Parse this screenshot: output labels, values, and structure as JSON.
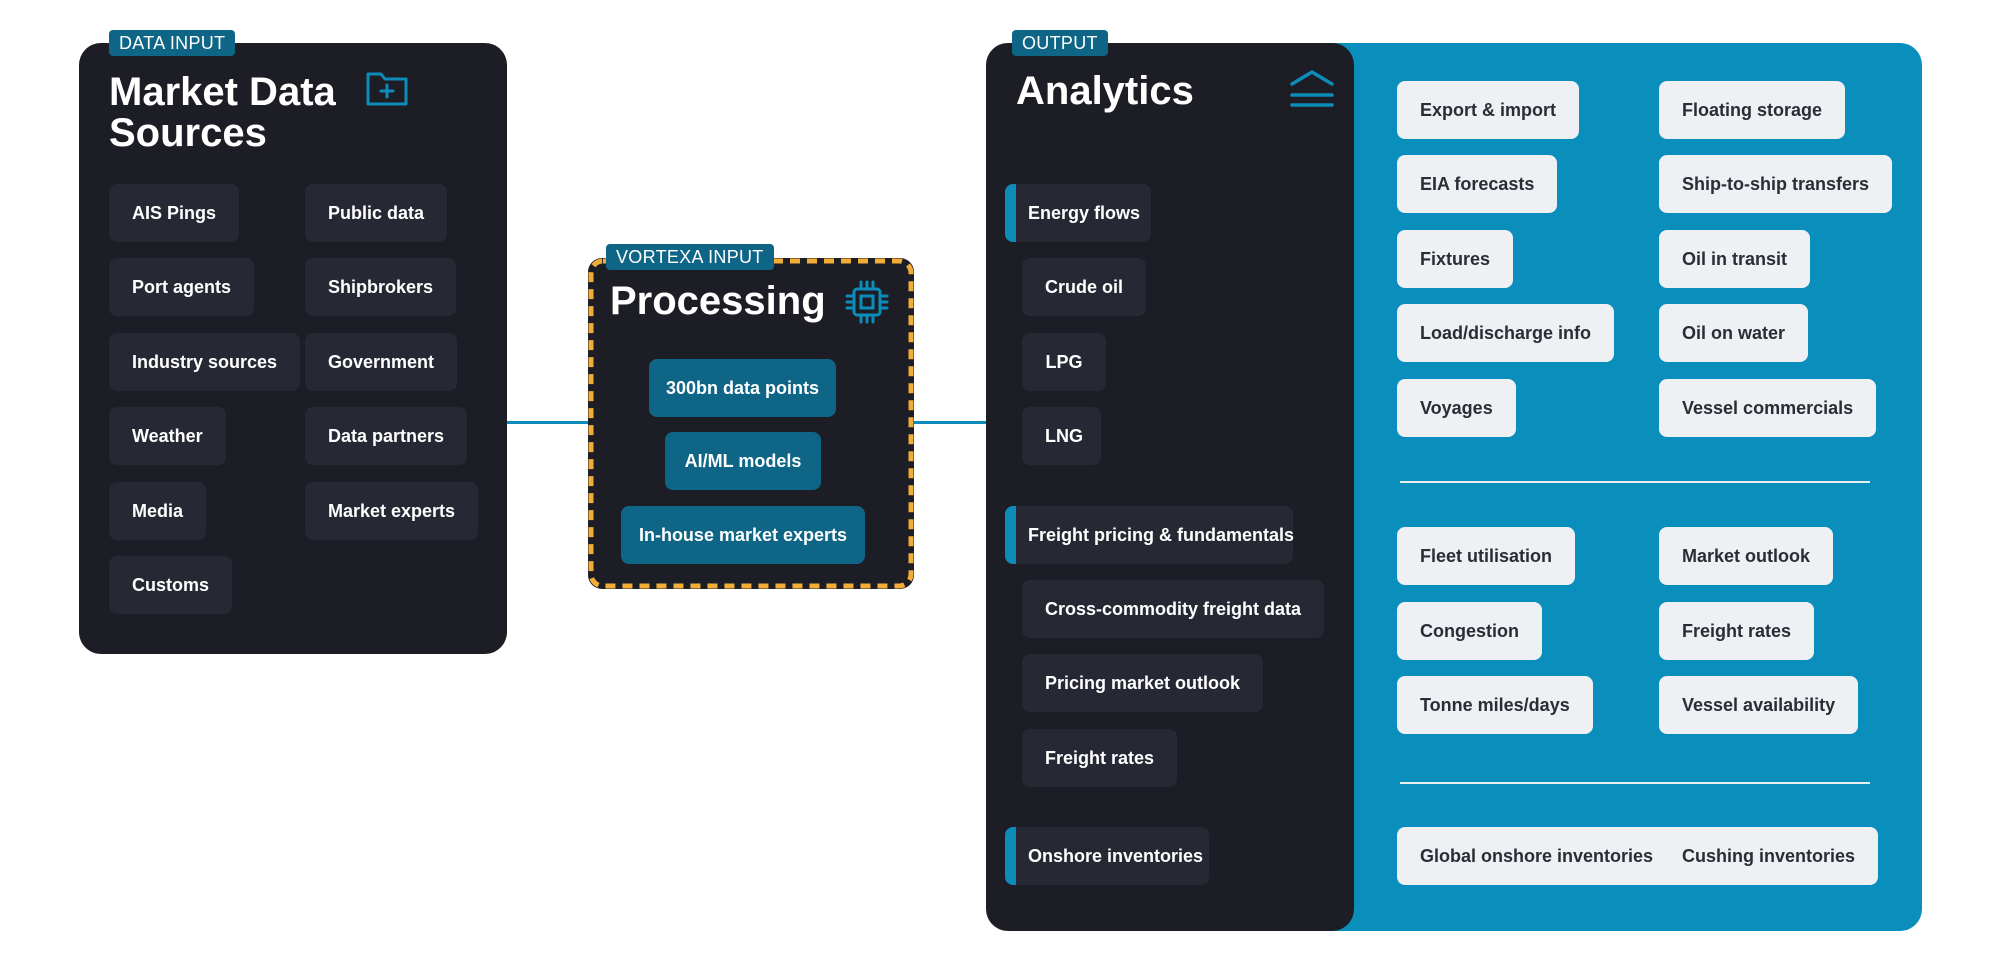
{
  "data_input": {
    "tag": "DATA INPUT",
    "title_line1": "Market Data",
    "title_line2": "Sources",
    "icon": "folder-plus-icon",
    "sources": [
      "AIS Pings",
      "Public data",
      "Port agents",
      "Shipbrokers",
      "Industry sources",
      "Government",
      "Weather",
      "Data partners",
      "Media",
      "Market experts",
      "Customs"
    ]
  },
  "processing": {
    "tag": "VORTEXA INPUT",
    "title": "Processing",
    "icon": "cpu-chip-icon",
    "items": [
      "300bn data points",
      "AI/ML models",
      "In-house market experts"
    ]
  },
  "analytics": {
    "tag": "OUTPUT",
    "title": "Analytics",
    "icon": "layers-icon",
    "categories": [
      {
        "label": "Energy flows",
        "children": [
          "Crude oil",
          "LPG",
          "LNG"
        ]
      },
      {
        "label": "Freight pricing & fundamentals",
        "children": [
          "Cross-commodity freight data",
          "Pricing market outlook",
          "Freight rates"
        ]
      },
      {
        "label": "Onshore inventories",
        "children": []
      }
    ]
  },
  "outputs": {
    "energy": [
      "Export & import",
      "Floating storage",
      "EIA forecasts",
      "Ship-to-ship transfers",
      "Fixtures",
      "Oil in transit",
      "Load/discharge info",
      "Oil on water",
      "Voyages",
      "Vessel commercials"
    ],
    "freight": [
      "Fleet utilisation",
      "Market outlook",
      "Congestion",
      "Freight rates",
      "Tonne miles/days",
      "Vessel availability"
    ],
    "inventories": [
      "Global onshore inventories",
      "Cushing inventories"
    ]
  },
  "colors": {
    "dark_panel": "#1c1d25",
    "chip_dark": "#262833",
    "teal_accent": "#0d8cba",
    "teal_tag": "#0e6585",
    "output_blue": "#0a8fbd",
    "dashed_border": "#f2ad38",
    "light_chip": "#eef0f3"
  }
}
